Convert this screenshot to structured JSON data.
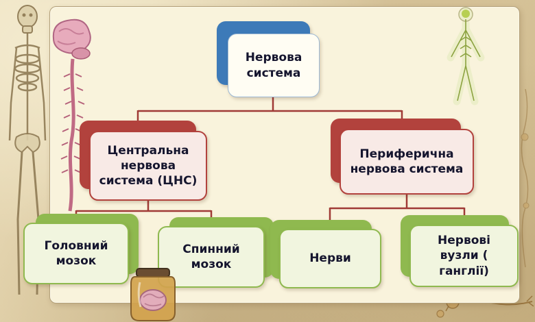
{
  "colors": {
    "root_accent": "#3d7ab8",
    "branch_accent": "#b2423d",
    "leaf_accent": "#8fb94f",
    "connector": "#a03a36",
    "panel_bg": "#f9f3dc",
    "text": "#15152e"
  },
  "tree": {
    "root": {
      "label": "Нервова система"
    },
    "branches": [
      {
        "label": "Центральна нервова система (ЦНС)",
        "children": [
          {
            "label": "Головний мозок"
          },
          {
            "label": "Спинний мозок"
          }
        ]
      },
      {
        "label": "Периферична нервова система",
        "children": [
          {
            "label": "Нерви"
          },
          {
            "label": "Нервові вузли ( ганглії)"
          }
        ]
      }
    ]
  },
  "decorations": {
    "left": "skeleton-illustration",
    "panel_left": "brain-spinal-cord-illustration",
    "panel_right": "human-nervous-system-illustration",
    "bottom_center": "brain-in-jar-illustration",
    "bottom_right": "neuron-illustration",
    "right_edge": "neurons-strip-illustration"
  }
}
